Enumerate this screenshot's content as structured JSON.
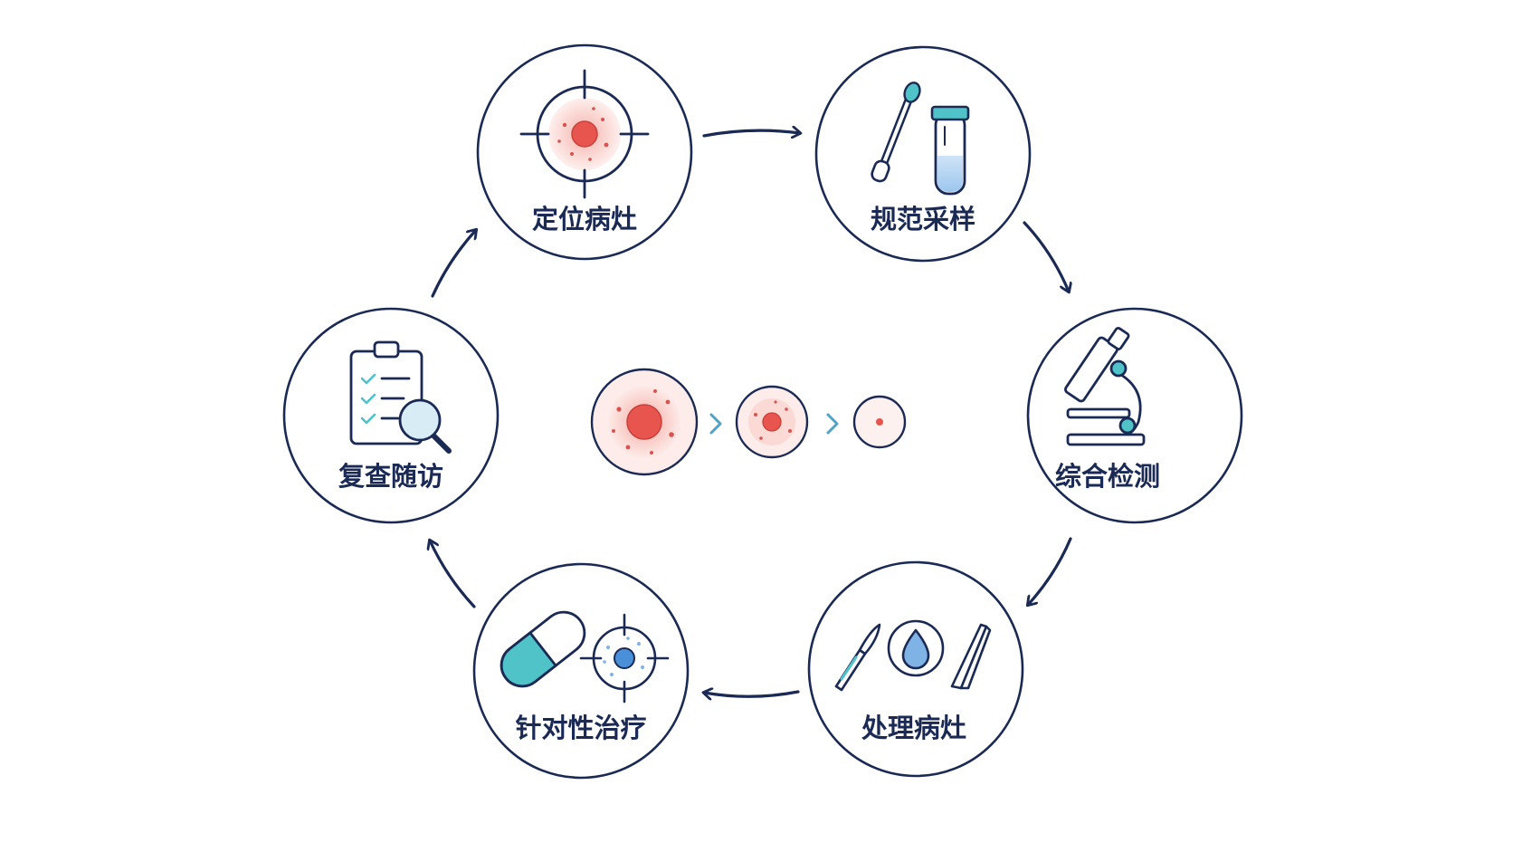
{
  "cycle": {
    "steps": [
      {
        "id": "locate",
        "label": "定位病灶",
        "icon": "crosshair-lesion-icon"
      },
      {
        "id": "sampling",
        "label": "规范采样",
        "icon": "swab-and-test-tube-icon"
      },
      {
        "id": "testing",
        "label": "综合检测",
        "icon": "microscope-icon"
      },
      {
        "id": "treat-lesion",
        "label": "处理病灶",
        "icon": "scalpel-drop-tweezers-icon"
      },
      {
        "id": "therapy",
        "label": "针对性治疗",
        "icon": "capsule-and-target-icon"
      },
      {
        "id": "followup",
        "label": "复查随访",
        "icon": "clipboard-magnifier-icon"
      }
    ],
    "direction": "clockwise"
  },
  "center": {
    "stages": [
      "large-lesion",
      "medium-lesion",
      "small-lesion"
    ],
    "icon": "lesion-shrinking-icon"
  },
  "colors": {
    "outline": "#1b2a55",
    "lesion": "#e8554e",
    "lesion_halo": "#f7c9c5",
    "teal": "#4fc3c7",
    "blue": "#4a90d9"
  }
}
